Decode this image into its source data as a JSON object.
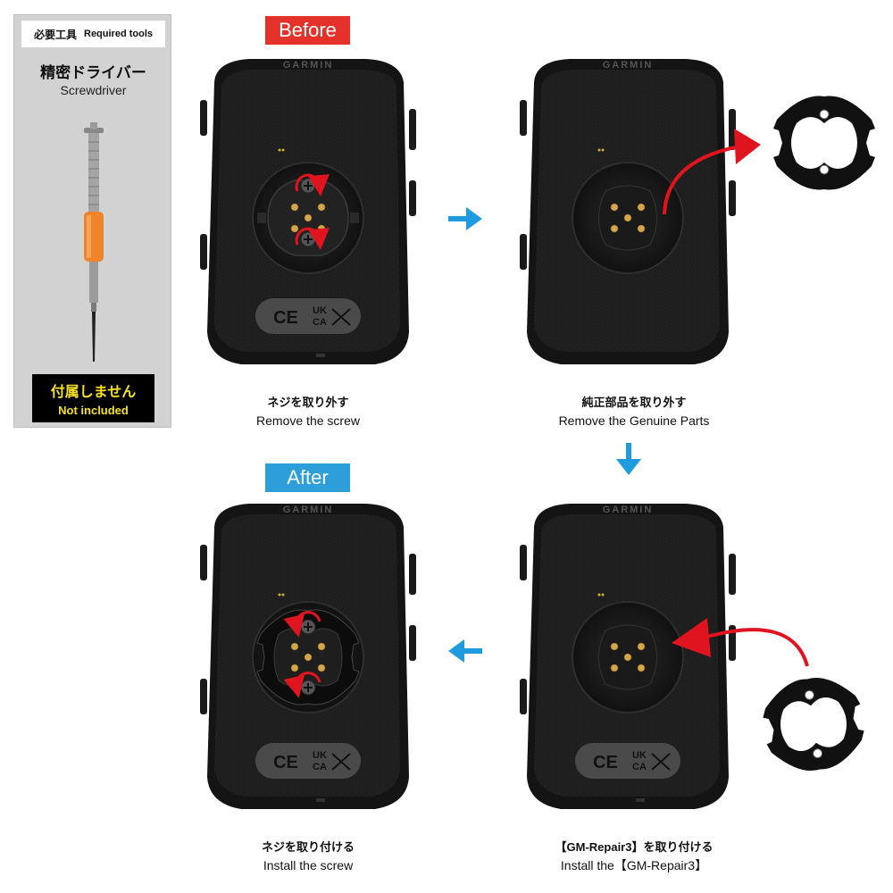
{
  "tools": {
    "header_ja": "必要工具",
    "header_en": "Required tools",
    "name_ja": "精密ドライバー",
    "name_en": "Screwdriver",
    "not_included_ja": "付属しません",
    "not_included_en": "Not included"
  },
  "labels": {
    "before": "Before",
    "after": "After"
  },
  "device": {
    "brand": "GARMIN",
    "mark_ce": "CE",
    "mark_ukca_top": "UK",
    "mark_ukca_bottom": "CA"
  },
  "steps": [
    {
      "ja": "ネジを取り外す",
      "en": "Remove the screw"
    },
    {
      "ja": "純正部品を取り外す",
      "en": "Remove the Genuine Parts"
    },
    {
      "ja": "【GM-Repair3】を取り付ける",
      "en": "Install the【GM-Repair3】"
    },
    {
      "ja": "ネジを取り付ける",
      "en": "Install the screw"
    }
  ],
  "colors": {
    "before": "#e4312a",
    "after": "#2d9ed9",
    "arrow_red": "#e0141e",
    "arrow_blue": "#1f9ce0",
    "not_included_text": "#f5e021"
  }
}
